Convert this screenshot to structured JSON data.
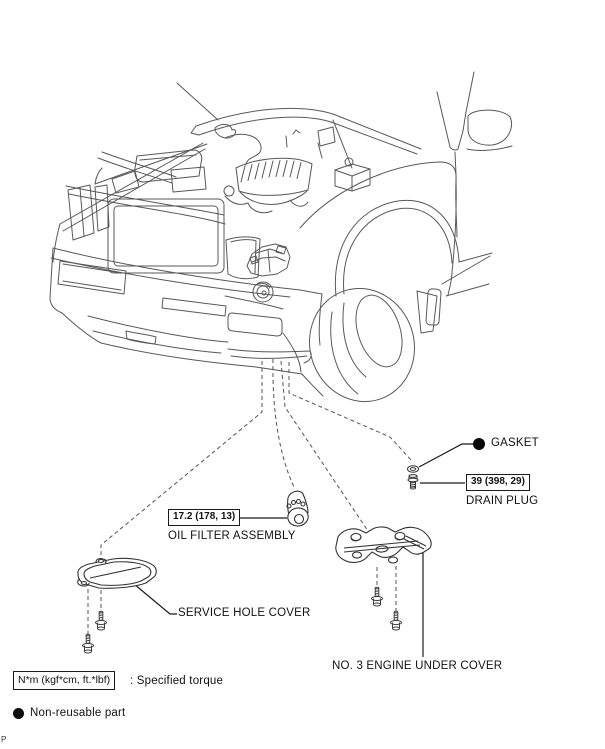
{
  "diagram": {
    "callouts": {
      "gasket": {
        "label": "GASKET"
      },
      "drain_plug": {
        "label": "DRAIN PLUG",
        "torque": "39 (398, 29)"
      },
      "oil_filter": {
        "label": "OIL FILTER ASSEMBLY",
        "torque": "17.2 (178, 13)"
      },
      "service_hole_cover": {
        "label": "SERVICE HOLE COVER"
      },
      "engine_under_cover": {
        "label": "NO. 3 ENGINE UNDER COVER"
      }
    },
    "legend": {
      "torque_unit_box": "N*m (kgf*cm, ft.*lbf)",
      "torque_caption": ": Specified torque",
      "non_reusable_label": "Non-reusable part"
    },
    "page_mark": "P",
    "colors": {
      "line": "#4d4d4d",
      "leader": "#1a1a1a",
      "text": "#111111",
      "background": "#ffffff"
    }
  }
}
